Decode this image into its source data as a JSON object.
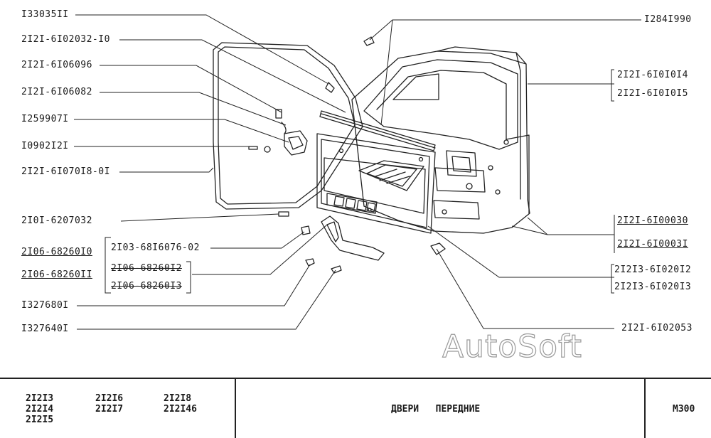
{
  "callouts": {
    "l1": "I33035II",
    "l2": "2I2I-6I02032-I0",
    "l3": "2I2I-6I06096",
    "l4": "2I2I-6I06082",
    "l5": "I259907I",
    "l6": "I0902I2I",
    "l7": "2I2I-6I070I8-0I",
    "l8": "2I0I-6207032",
    "l9": "2I06-68260I0",
    "l10": "2I03-68I6076-02",
    "l11": "2I06-68260II",
    "l12": "2I06-68260I2",
    "l13": "2I06-68260I3",
    "l14": "I327680I",
    "l15": "I327640I",
    "r1": "I284I990",
    "r2": "2I2I-6I0I0I4",
    "r3": "2I2I-6I0I0I5",
    "r4": "2I2I-6I00030",
    "r5": "2I2I-6I0003I",
    "r6": "2I2I3-6I020I2",
    "r7": "2I2I3-6I020I3",
    "r8": "2I2I-6I02053"
  },
  "watermark": "AutoSoft",
  "titleblock": {
    "models_col1": [
      "2I2I3",
      "2I2I4",
      "2I2I5"
    ],
    "models_col2": [
      "2I2I6",
      "2I2I7"
    ],
    "models_col3": [
      "2I2I8",
      "2I2I46"
    ],
    "title": "ДВЕРИ   ПЕРЕДНИЕ",
    "sheet": "M300"
  }
}
